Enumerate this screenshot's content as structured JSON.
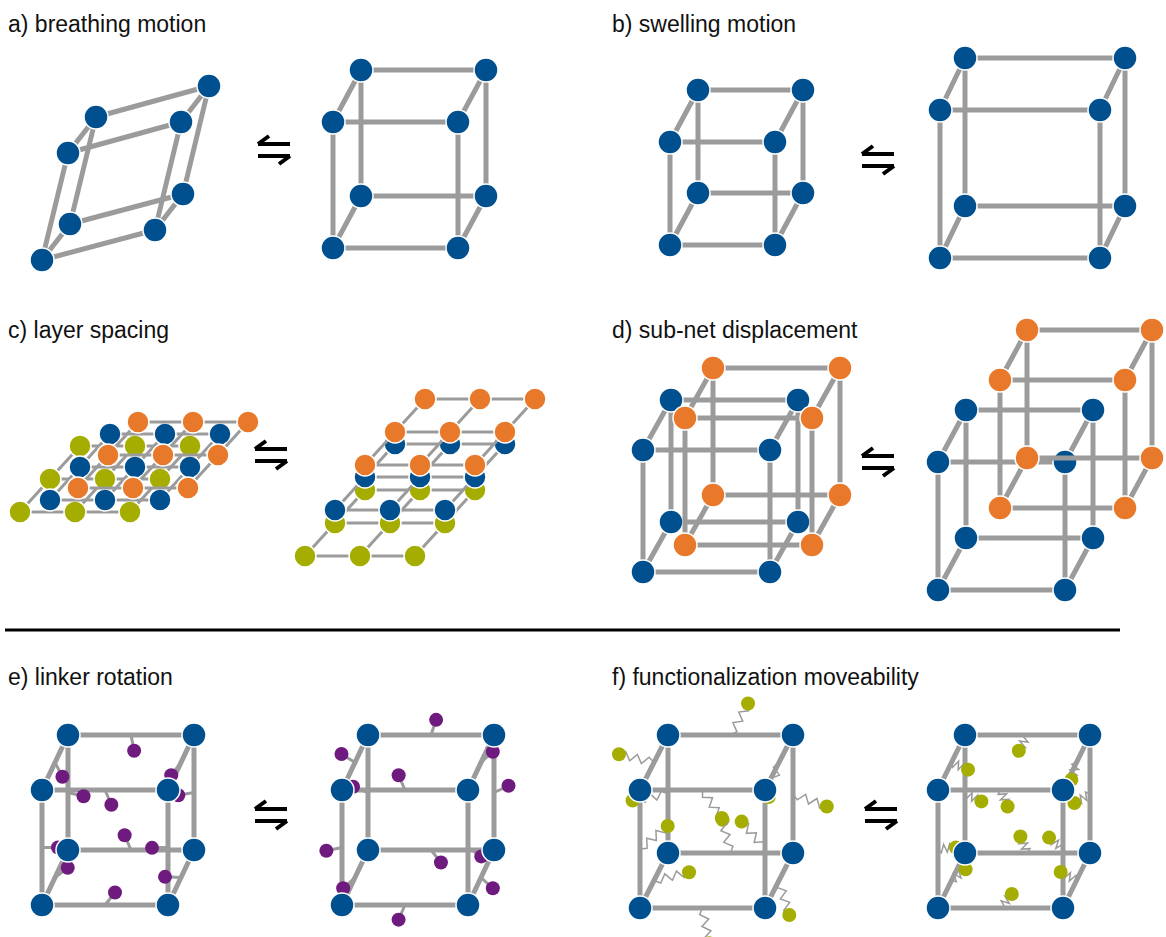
{
  "diagram": {
    "labels": [
      "a) breathing motion",
      "b) swelling motion",
      "c) layer spacing",
      "d) sub-net displacement",
      "e) linker rotation",
      "f) functionalization moveability"
    ]
  }
}
